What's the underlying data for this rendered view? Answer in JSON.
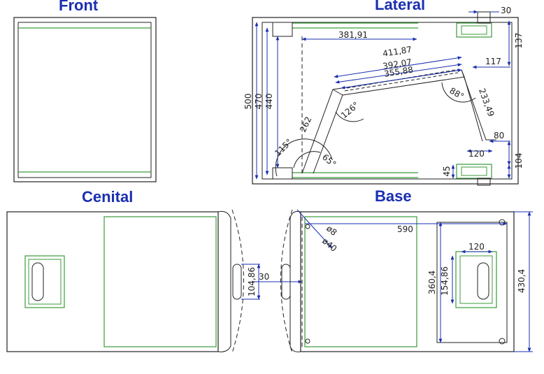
{
  "views": {
    "front": {
      "title": "Front"
    },
    "lateral": {
      "title": "Lateral"
    },
    "cenital": {
      "title": "Cenital"
    },
    "base": {
      "title": "Base"
    }
  },
  "dimensions": {
    "lateral": {
      "d30": "30",
      "d381_91": "381,91",
      "d137": "137",
      "d411_87": "411,87",
      "d392_07": "392,07",
      "d117": "117",
      "d355_88": "355,88",
      "d500": "500",
      "d470": "470",
      "d440": "440",
      "d88deg": "88°",
      "d233_49": "233,49",
      "d126deg": "126°",
      "d262": "262",
      "d80": "80",
      "d115deg": "115°",
      "d65deg": "65°",
      "d120": "120",
      "d104": "104",
      "d45": "45"
    },
    "cenital": {
      "d30": "30",
      "d104_86": "104,86"
    },
    "base": {
      "d_phi8": "ø8",
      "d590": "590",
      "d_phi40": "ø40",
      "d120": "120",
      "d360_4": "360,4",
      "d154_86": "154,86",
      "d430_4": "430,4"
    }
  },
  "colors": {
    "title": "#1a2fb0",
    "outline": "#222222",
    "panel": "#3b9a3b",
    "dimension": "#1a2fb0"
  }
}
